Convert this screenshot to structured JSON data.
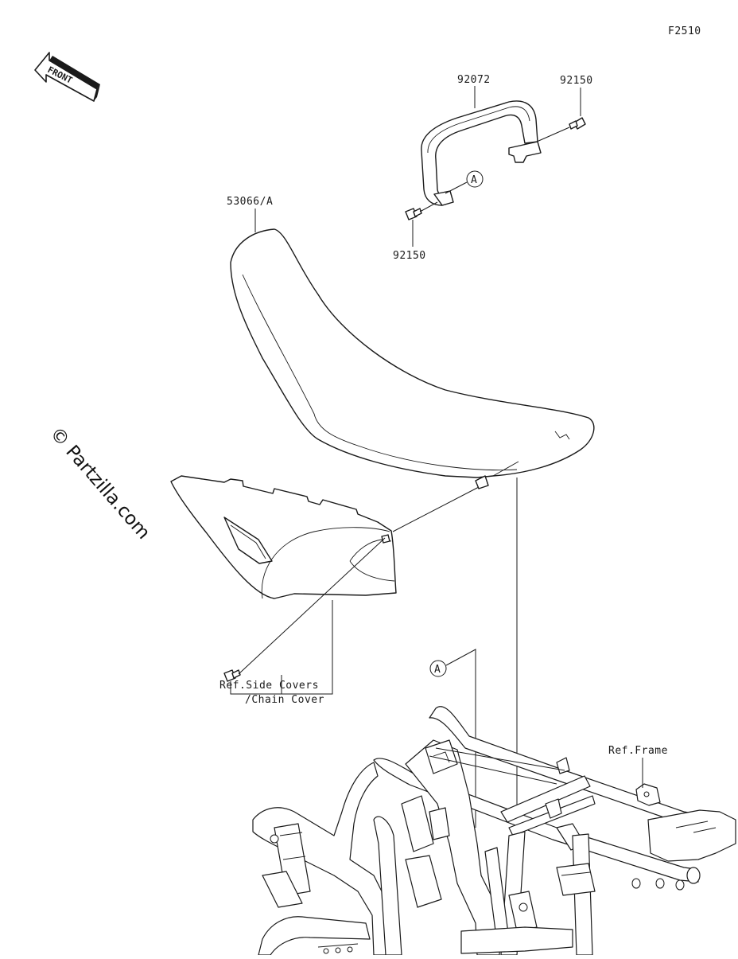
{
  "diagram": {
    "code": "F2510",
    "front_arrow": "FRONT",
    "watermark": "© Partzilla.com",
    "labels": {
      "grab_handle": "92072",
      "bolt_right": "92150",
      "bolt_left": "92150",
      "seat": "53066/A",
      "callout_a_top": "A",
      "callout_a_bottom": "A",
      "ref_side_line1": "Ref.Side Covers",
      "ref_side_line2": "/Chain Cover",
      "ref_frame": "Ref.Frame"
    },
    "colors": {
      "ink": "#1a1a1a",
      "background": "#ffffff"
    }
  }
}
